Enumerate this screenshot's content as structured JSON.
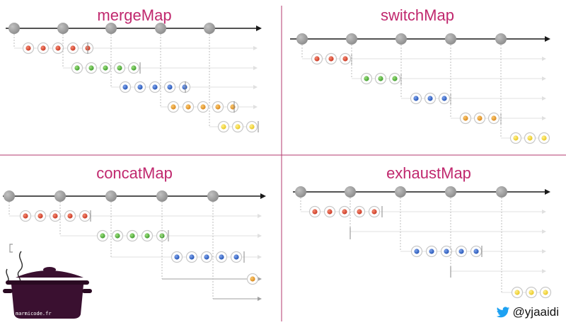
{
  "colors": {
    "title": "#c0286e",
    "source_node": "#9b9b9b",
    "axis": "#1a1a1a",
    "inner_axis": "#d0d0d0",
    "divider": "#b33a6e",
    "red": "#d6412b",
    "green": "#4fae3b",
    "blue": "#2f63c8",
    "orange": "#e69a25",
    "yellow": "#f2d72c"
  },
  "panels": [
    {
      "title": "mergeMap"
    },
    {
      "title": "switchMap"
    },
    {
      "title": "concatMap"
    },
    {
      "title": "exhaustMap"
    }
  ],
  "footer": {
    "handle": "@yjaaidi",
    "brand": "marmicode.fr",
    "twitter_icon": "twitter-bird-icon",
    "logo_icon": "cooking-pot-icon"
  }
}
